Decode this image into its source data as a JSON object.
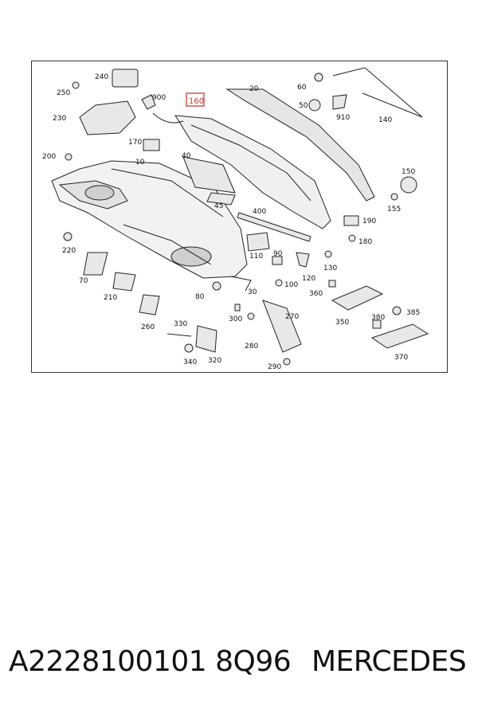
{
  "diagram": {
    "highlighted_callout": "160",
    "highlight_color": "#d9534f",
    "callouts": {
      "c240": "240",
      "c250": "250",
      "c230": "230",
      "c900": "900",
      "c160": "160",
      "c20": "20",
      "c60": "60",
      "c50": "50",
      "c910": "910",
      "c140": "140",
      "c170": "170",
      "c200": "200",
      "c10": "10",
      "c40": "40",
      "c150": "150",
      "c155": "155",
      "c45": "45",
      "c400": "400",
      "c190": "190",
      "c180": "180",
      "c220": "220",
      "c110": "110",
      "c90": "90",
      "c130": "130",
      "c120": "120",
      "c70": "70",
      "c100": "100",
      "c30": "30",
      "c360": "360",
      "c210": "210",
      "c80": "80",
      "c270": "270",
      "c385": "385",
      "c260": "260",
      "c330": "330",
      "c300": "300",
      "c350": "350",
      "c380": "380",
      "c280": "280",
      "c370": "370",
      "c340": "340",
      "c320": "320",
      "c290": "290"
    }
  },
  "footer": {
    "part_number": "A2228100101 8Q96",
    "brand": "MERCEDES"
  }
}
